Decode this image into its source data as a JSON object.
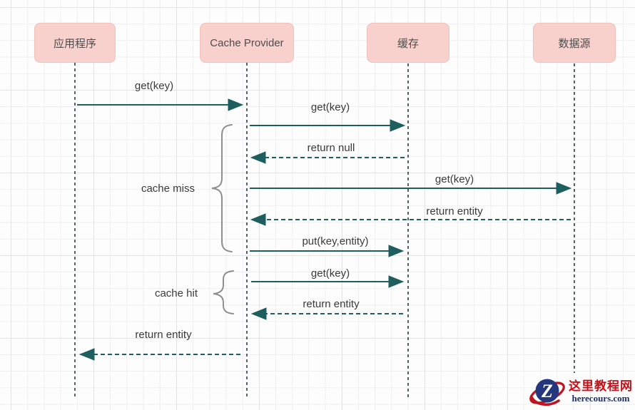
{
  "diagram": {
    "type": "sequence",
    "actors": [
      {
        "label": "应用程序"
      },
      {
        "label": "Cache Provider"
      },
      {
        "label": "缓存"
      },
      {
        "label": "数据源"
      }
    ],
    "messages": [
      {
        "label": "get(key)",
        "from": "应用程序",
        "to": "Cache Provider",
        "style": "solid"
      },
      {
        "label": "get(key)",
        "from": "Cache Provider",
        "to": "缓存",
        "style": "solid"
      },
      {
        "label": "return null",
        "from": "缓存",
        "to": "Cache Provider",
        "style": "dashed"
      },
      {
        "label": "get(key)",
        "from": "Cache Provider",
        "to": "数据源",
        "style": "solid"
      },
      {
        "label": "return entity",
        "from": "数据源",
        "to": "Cache Provider",
        "style": "dashed"
      },
      {
        "label": "put(key,entity)",
        "from": "Cache Provider",
        "to": "缓存",
        "style": "solid"
      },
      {
        "label": "get(key)",
        "from": "Cache Provider",
        "to": "缓存",
        "style": "solid"
      },
      {
        "label": "return entity",
        "from": "缓存",
        "to": "Cache Provider",
        "style": "dashed"
      },
      {
        "label": "return entity",
        "from": "Cache Provider",
        "to": "应用程序",
        "style": "dashed"
      }
    ],
    "groups": [
      {
        "label": "cache miss"
      },
      {
        "label": "cache hit"
      }
    ],
    "colors": {
      "actor_fill": "#f8d0cc",
      "arrow": "#1e5e5e",
      "lifeline": "#2b3d3d",
      "text": "#3a3a3a",
      "brace": "#8e8e8e"
    }
  },
  "watermark": {
    "logo_letter": "Z",
    "site_name": "这里教程网",
    "site_domain": "herecours.com",
    "colors": {
      "red": "#c3111b",
      "navy": "#24377e"
    }
  }
}
